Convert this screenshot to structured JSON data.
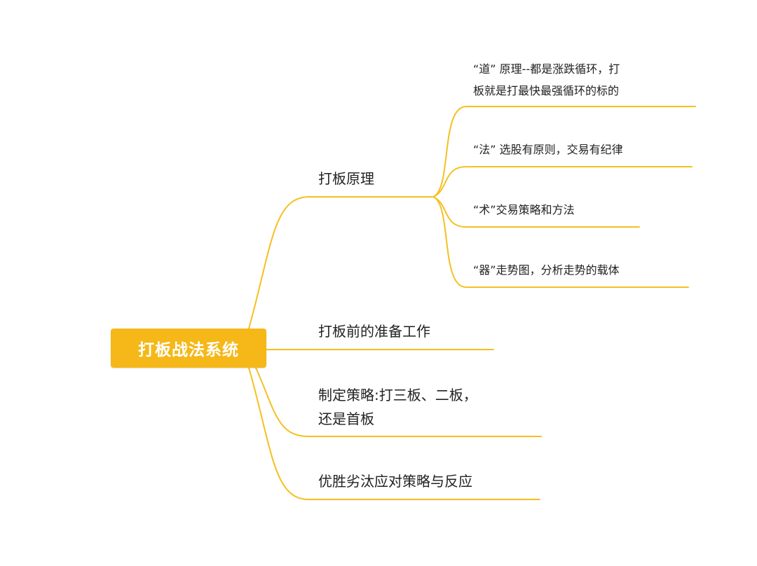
{
  "colors": {
    "accent": "#F5B818",
    "line": "#F5C020",
    "text": "#222222",
    "root_text": "#FFFFFF"
  },
  "root": {
    "label": "打板战法系统"
  },
  "branches": [
    {
      "id": "b1",
      "lines": [
        "打板原理"
      ],
      "children": [
        {
          "id": "c1",
          "lines": [
            "“道” 原理--都是涨跌循环，打",
            "板就是打最快最强循环的标的"
          ]
        },
        {
          "id": "c2",
          "lines": [
            "“法” 选股有原则，交易有纪律"
          ]
        },
        {
          "id": "c3",
          "lines": [
            "“术”交易策略和方法"
          ]
        },
        {
          "id": "c4",
          "lines": [
            "“器”走势图，分析走势的载体"
          ]
        }
      ]
    },
    {
      "id": "b2",
      "lines": [
        "打板前的准备工作"
      ],
      "children": []
    },
    {
      "id": "b3",
      "lines": [
        "制定策略:打三板、二板，",
        "还是首板"
      ],
      "children": []
    },
    {
      "id": "b4",
      "lines": [
        "优胜劣汰应对策略与反应"
      ],
      "children": []
    }
  ]
}
